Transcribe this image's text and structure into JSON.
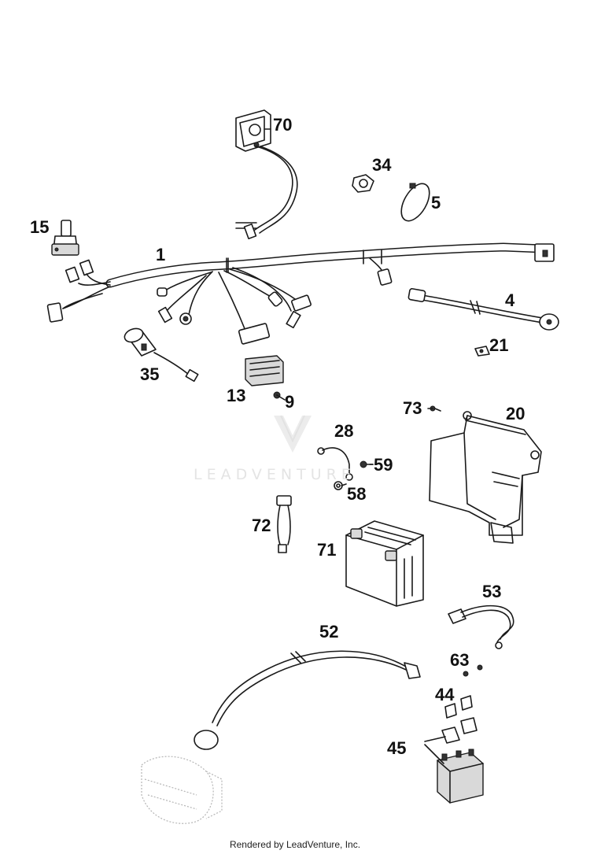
{
  "diagram": {
    "callouts": [
      {
        "id": "1",
        "label": "1"
      },
      {
        "id": "4",
        "label": "4"
      },
      {
        "id": "5",
        "label": "5"
      },
      {
        "id": "9",
        "label": "9"
      },
      {
        "id": "13",
        "label": "13"
      },
      {
        "id": "15",
        "label": "15"
      },
      {
        "id": "20",
        "label": "20"
      },
      {
        "id": "21",
        "label": "21"
      },
      {
        "id": "28",
        "label": "28"
      },
      {
        "id": "34",
        "label": "34"
      },
      {
        "id": "35",
        "label": "35"
      },
      {
        "id": "44",
        "label": "44"
      },
      {
        "id": "45",
        "label": "45"
      },
      {
        "id": "52",
        "label": "52"
      },
      {
        "id": "53",
        "label": "53"
      },
      {
        "id": "58",
        "label": "58"
      },
      {
        "id": "59",
        "label": "59"
      },
      {
        "id": "63",
        "label": "63"
      },
      {
        "id": "70",
        "label": "70"
      },
      {
        "id": "71",
        "label": "71"
      },
      {
        "id": "72",
        "label": "72"
      },
      {
        "id": "73",
        "label": "73"
      }
    ],
    "watermark": "LEADVENTURE",
    "footer": "Rendered by LeadVenture, Inc."
  }
}
